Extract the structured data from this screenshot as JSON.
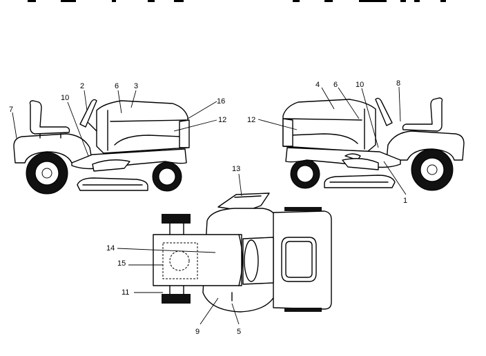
{
  "callouts": {
    "c1": "1",
    "c2": "2",
    "c3": "3",
    "c4": "4",
    "c5": "5",
    "c6a": "6",
    "c6b": "6",
    "c7": "7",
    "c8": "8",
    "c9": "9",
    "c10a": "10",
    "c10b": "10",
    "c11": "11",
    "c12a": "12",
    "c12b": "12",
    "c13": "13",
    "c14": "14",
    "c15": "15",
    "c16": "16"
  },
  "views": [
    "left-side-view",
    "right-side-view",
    "top-view"
  ]
}
